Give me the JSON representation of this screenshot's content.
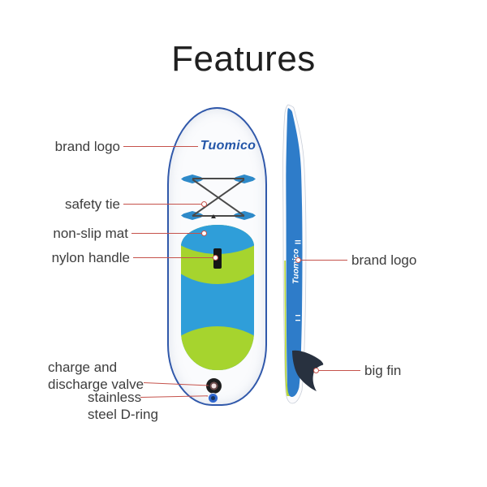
{
  "title": "Features",
  "board": {
    "brand_logo_front": "Tuomico",
    "brand_logo_side": "Tuomico"
  },
  "callouts": {
    "brand_logo_left": "brand logo",
    "safety_tie": "safety tie",
    "non_slip_mat": "non-slip mat",
    "nylon_handle": "nylon handle",
    "charge_valve": [
      "charge and",
      "discharge valve"
    ],
    "d_ring": [
      "stainless",
      "steel D-ring"
    ],
    "brand_logo_right": "brand logo",
    "big_fin": "big fin"
  },
  "colors": {
    "board_outline": "#3058aa",
    "logo_blue": "#2456a8",
    "mat_blue": "#2f9ed9",
    "mat_green": "#a6d42e",
    "tie_patch_blue": "#2e8ac9",
    "side_stripe_blue": "#2e7cc9",
    "fin_dark": "#28313f",
    "callout_line_red": "#c5524b",
    "label_text": "#3d3d3d"
  }
}
